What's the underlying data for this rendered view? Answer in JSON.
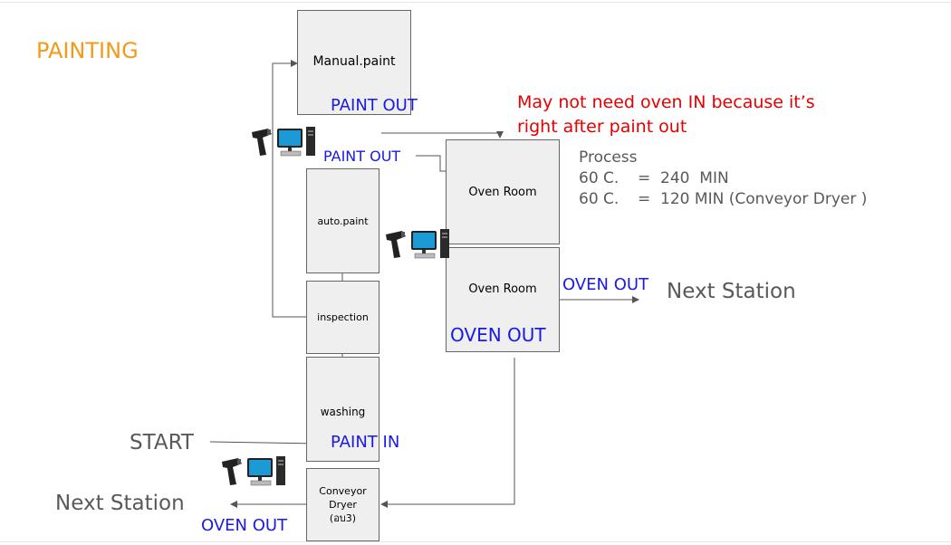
{
  "title": "PAINTING",
  "colors": {
    "title": "#f29a1a",
    "label_blue": "#1a1ae6",
    "note_red": "#e60000",
    "text_grey": "#595959",
    "box_fill": "#efefef",
    "box_border": "#666666"
  },
  "boxes": {
    "manual_paint": "Manual.paint",
    "auto_paint": "auto.paint",
    "inspection": "inspection",
    "washing": "washing",
    "conveyor_dryer": "Conveyor\nDryer\n(อบ3)",
    "oven_room_top": "Oven Room",
    "oven_room_bottom": "Oven Room"
  },
  "labels": {
    "paint_out_top": "PAINT OUT",
    "paint_out_mid": "PAINT  OUT",
    "paint_in": "PAINT IN",
    "oven_out_right": "OVEN OUT",
    "oven_out_inside": "OVEN OUT",
    "oven_out_bottom": "OVEN OUT",
    "start": "START",
    "next_station_right": "Next Station",
    "next_station_left": "Next Station"
  },
  "note": {
    "line1": "May not need oven IN because it’s",
    "line2": "right after paint out"
  },
  "process": {
    "heading": "Process",
    "rows": [
      {
        "temp": "60 C.",
        "value": "=  240  MIN"
      },
      {
        "temp": "60 C.",
        "value": "=  120 MIN (Conveyor Dryer )"
      }
    ]
  },
  "icons": [
    "barcode-scanner-icon",
    "computer-icon"
  ]
}
